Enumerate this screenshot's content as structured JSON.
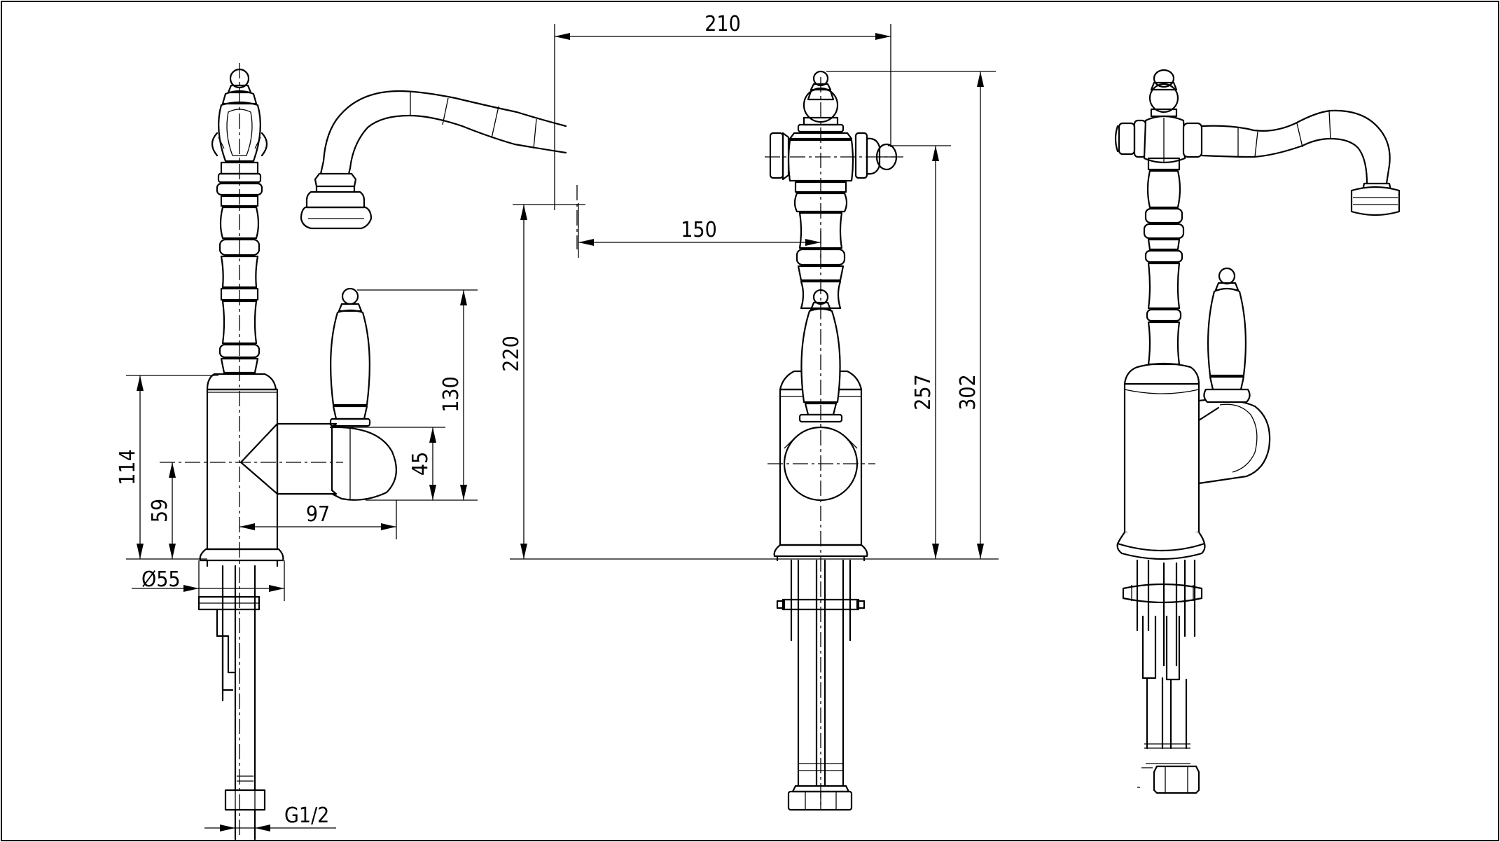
{
  "drawing": {
    "type": "technical-drawing",
    "subject": "kitchen-faucet",
    "views": [
      "side-view",
      "front-view",
      "perspective-view"
    ]
  },
  "dimensions": {
    "overall_reach": "210",
    "spout_reach": "150",
    "spout_height": "220",
    "handle_height": "257",
    "total_height": "302",
    "handle_above_body": "130",
    "handle_lever_height": "45",
    "body_height": "114",
    "handle_axis_height": "59",
    "handle_offset": "97",
    "base_diameter": "Ø55",
    "thread": "G1/2"
  }
}
